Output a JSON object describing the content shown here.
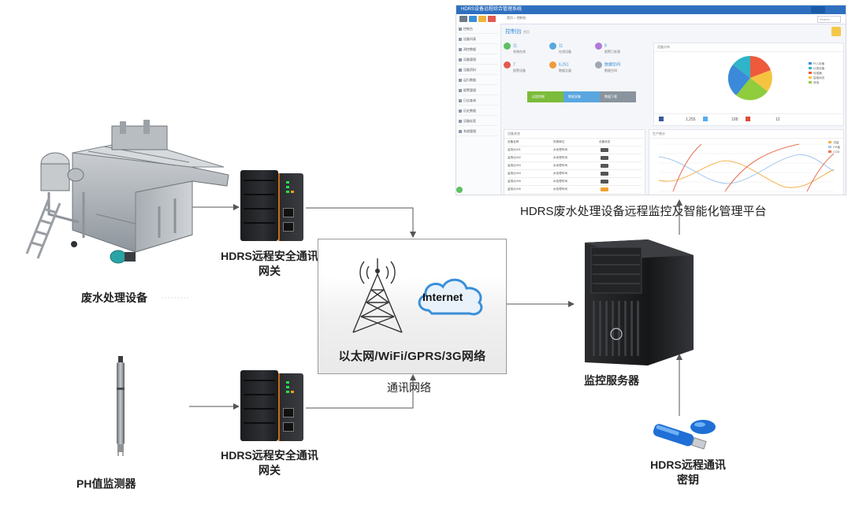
{
  "platform": {
    "caption": "HDRS废水处理设备远程监控及智能化管理平台",
    "dashboard": {
      "window_title": "HDRS设备远程综合管理系统",
      "search_placeholder": "Search",
      "breadcrumb_home": "首页",
      "breadcrumb_current": "控制台",
      "page_title": "控制台",
      "page_sub": "首页",
      "sidebar_items": [
        "控制台",
        "设备列表",
        "测控数据",
        "设备管理",
        "设备资料",
        "运行数据",
        "报警管理",
        "日志查询",
        "历史数据",
        "设备标签",
        "系统管理"
      ],
      "stats": [
        {
          "value": "11",
          "label": "系统在线",
          "color": "#5cc065"
        },
        {
          "value": "11",
          "label": "在线设备",
          "color": "#5aa7e0"
        },
        {
          "value": "8",
          "label": "报警已处理",
          "color": "#b07ad8"
        },
        {
          "value": "7",
          "label": "报警设备",
          "color": "#e25a4f"
        },
        {
          "value": "6,251",
          "label": "数据总量",
          "color": "#f09a3c"
        },
        {
          "value": "数据空间",
          "label": "数据空间",
          "color": "#a0a7b3"
        }
      ],
      "action_buttons": [
        {
          "label": "远程控制",
          "color": "#7cbb3b"
        },
        {
          "label": "数据采集",
          "color": "#5aa7e0"
        },
        {
          "label": "数据下载",
          "color": "#8a949e"
        }
      ],
      "pie_title": "设备分布",
      "pie_legend": [
        "PLC设备",
        "仪表设备",
        "传感器",
        "智能网关",
        "其他"
      ],
      "social_counts": [
        "1,255",
        "108",
        "12"
      ],
      "table_title": "设备状态",
      "table_headers": [
        "设备名称",
        "所属单位",
        "设备状态"
      ],
      "table_rows": [
        [
          "监测点001",
          "水处理车间"
        ],
        [
          "监测点002",
          "水处理车间"
        ],
        [
          "监测点003",
          "水处理车间"
        ],
        [
          "监测点004",
          "水处理车间"
        ],
        [
          "监测点005",
          "水处理车间"
        ],
        [
          "监测点006",
          "水处理车间"
        ]
      ],
      "line_title": "生产统计",
      "line_legend": [
        "流量",
        "PH值",
        "COD"
      ]
    }
  },
  "nodes": {
    "wastewater_equipment": "废水处理设备",
    "gateway_top_line1": "HDRS远程安全通讯",
    "gateway_top_line2": "网关",
    "gateway_bottom_line1": "HDRS远程安全通讯",
    "gateway_bottom_line2": "网关",
    "ph_monitor": "PH值监测器",
    "network_box_label": "以太网/WiFi/GPRS/3G网络",
    "network_caption": "通讯网络",
    "internet_label": "Internet",
    "server_label": "监控服务器",
    "key_line1": "HDRS远程通讯",
    "key_line2": "密钥"
  },
  "colors": {
    "arrow": "#555555",
    "dashboard_header": "#2f6fbf",
    "gateway_accent": "#c46b1a",
    "led": "#28e04a",
    "usb_key": "#1f6fd6"
  }
}
